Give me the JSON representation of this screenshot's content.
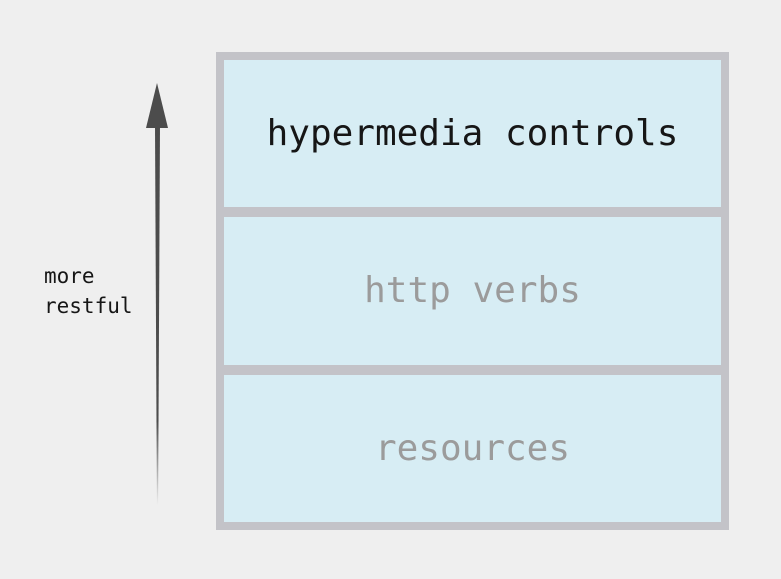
{
  "diagram": {
    "axis_label": "more\nrestful",
    "arrow_direction": "up",
    "levels": [
      {
        "label": "hypermedia controls",
        "emphasis": "dark"
      },
      {
        "label": "http verbs",
        "emphasis": "muted"
      },
      {
        "label": "resources",
        "emphasis": "muted"
      }
    ],
    "colors": {
      "page_background": "#efefef",
      "level_fill": "#d7edf4",
      "stack_frame": "#c3c3c8",
      "text_dark": "#161616",
      "text_muted": "#9b9b9b",
      "arrow": "#4c4c4c"
    }
  }
}
